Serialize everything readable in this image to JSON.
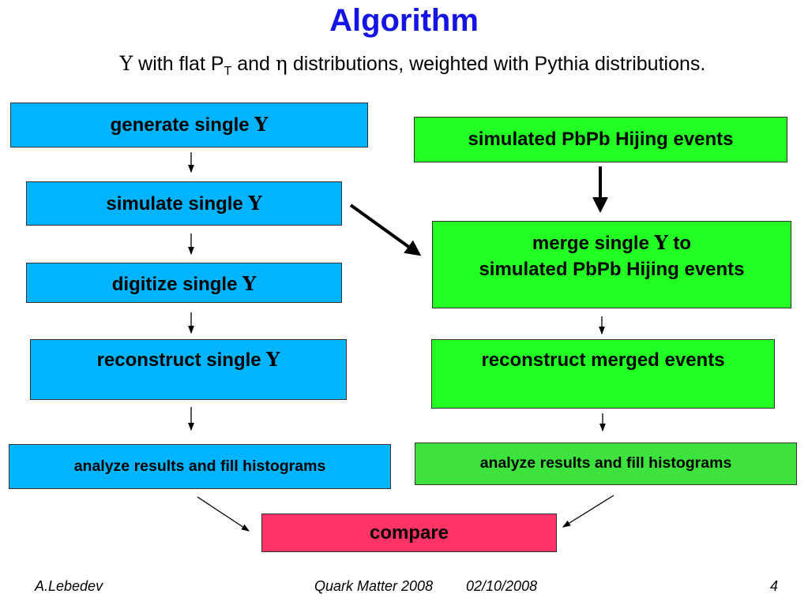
{
  "slide": {
    "title": "Algorithm",
    "subtitle": {
      "upsilon_symbol": "Υ",
      "part1": " with flat P",
      "subscript": "T",
      "part2": " and ",
      "eta_symbol": "η",
      "part3": " distributions, weighted with Pythia distributions."
    }
  },
  "left_column": {
    "generate": {
      "text": "generate single ",
      "symbol": "Υ"
    },
    "simulate": {
      "text": "simulate single ",
      "symbol": "Υ"
    },
    "digitize": {
      "text": "digitize single ",
      "symbol": "Υ"
    },
    "reconstruct": {
      "text": "reconstruct single ",
      "symbol": "Υ"
    },
    "analyze": "analyze results and fill histograms"
  },
  "right_column": {
    "hijing": "simulated PbPb Hijing events",
    "merge": {
      "line1_text": "merge single ",
      "line1_symbol": "Υ",
      "line1_suffix": " to",
      "line2": "simulated PbPb Hijing events"
    },
    "reconstruct": "reconstruct merged events",
    "analyze": "analyze results and fill histograms"
  },
  "compare": "compare",
  "footer": {
    "author": "A.Lebedev",
    "conference": "Quark Matter 2008",
    "date": "02/10/2008",
    "page": "4"
  },
  "colors": {
    "title": "#1414e6",
    "left_boxes": "#00b4ff",
    "right_boxes": "#22ff22",
    "right_analyze": "#3de23d",
    "compare_box": "#ff3366"
  }
}
